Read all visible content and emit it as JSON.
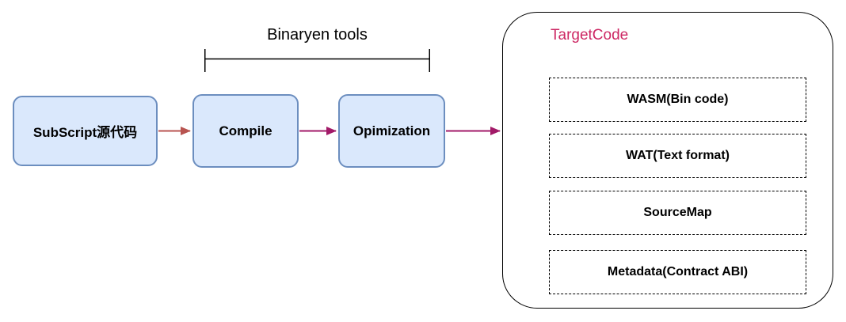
{
  "diagram": {
    "flow": [
      {
        "label": "SubScript源代码"
      },
      {
        "label": "Compile"
      },
      {
        "label": "Opimization"
      }
    ],
    "bracket_label": "Binaryen tools",
    "target": {
      "title": "TargetCode",
      "items": [
        "WASM(Bin code)",
        "WAT(Text format)",
        "SourceMap",
        "Metadata(Contract ABI)"
      ]
    },
    "colors": {
      "flow_box_fill": "#dae8fc",
      "flow_box_border": "#6c8ebf",
      "arrow_red": "#b85450",
      "arrow_crimson": "#a21a68",
      "bracket_stroke": "#000000",
      "target_border": "#000000",
      "target_title_text": "#cd2864",
      "label_text": "#000000"
    }
  }
}
